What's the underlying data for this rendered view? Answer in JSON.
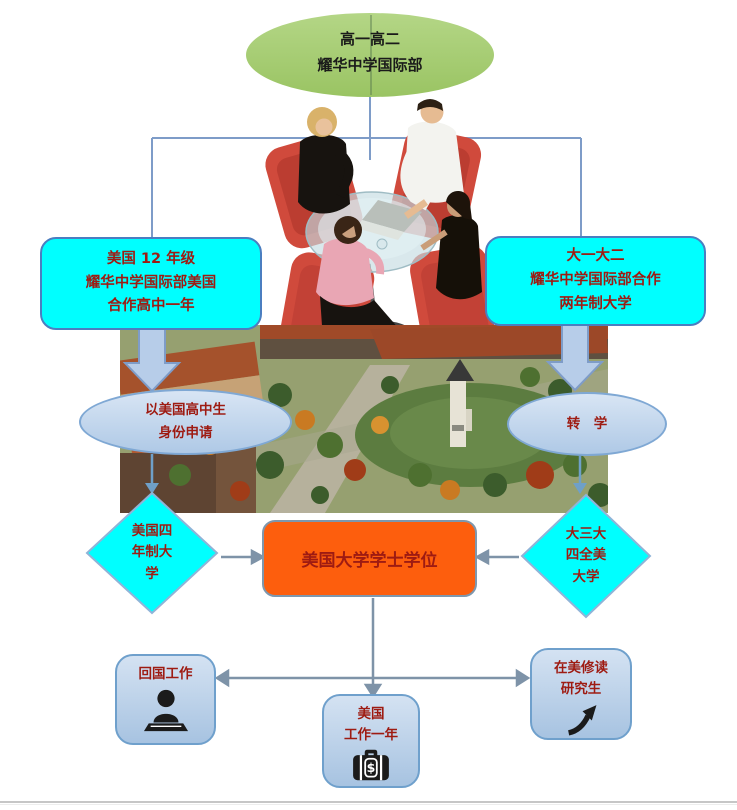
{
  "diagram": {
    "top_ellipse": {
      "lines": [
        "高一高二",
        "耀华中学国际部"
      ]
    },
    "left_path_box": {
      "lines": [
        "美国 12 年级",
        "耀华中学国际部美国",
        "合作高中一年"
      ]
    },
    "right_path_box": {
      "lines": [
        "大一大二",
        "耀华中学国际部合作",
        "两年制大学"
      ]
    },
    "apply_ellipse": {
      "lines": [
        "以美国高中生",
        "身份申请"
      ]
    },
    "transfer_ellipse": {
      "lines": [
        "转　学"
      ]
    },
    "left_diamond": {
      "lines": [
        "美国四",
        "年制大",
        "学"
      ]
    },
    "right_diamond": {
      "lines": [
        "大三大",
        "四全美",
        "大学"
      ]
    },
    "degree_box": {
      "label": "美国大学学士学位"
    },
    "return_home_box": {
      "label": "回国工作",
      "icon": "person-laptop-icon"
    },
    "us_work_box": {
      "lines": [
        "美国",
        "工作一年"
      ],
      "icon": "briefcase-dollar-icon"
    },
    "grad_school_box": {
      "lines": [
        "在美修读",
        "研究生"
      ],
      "icon": "rising-arrow-icon"
    }
  },
  "colors": {
    "node_cyan": "#00FFFF",
    "node_green": "#A5CD6F",
    "node_orange": "#FD5E0D",
    "node_light_blue": "#BCD0E8",
    "text_dark_red": "#9E1B12",
    "text_black": "#1A1A1A",
    "connector_blue": "#7E9CC8"
  }
}
